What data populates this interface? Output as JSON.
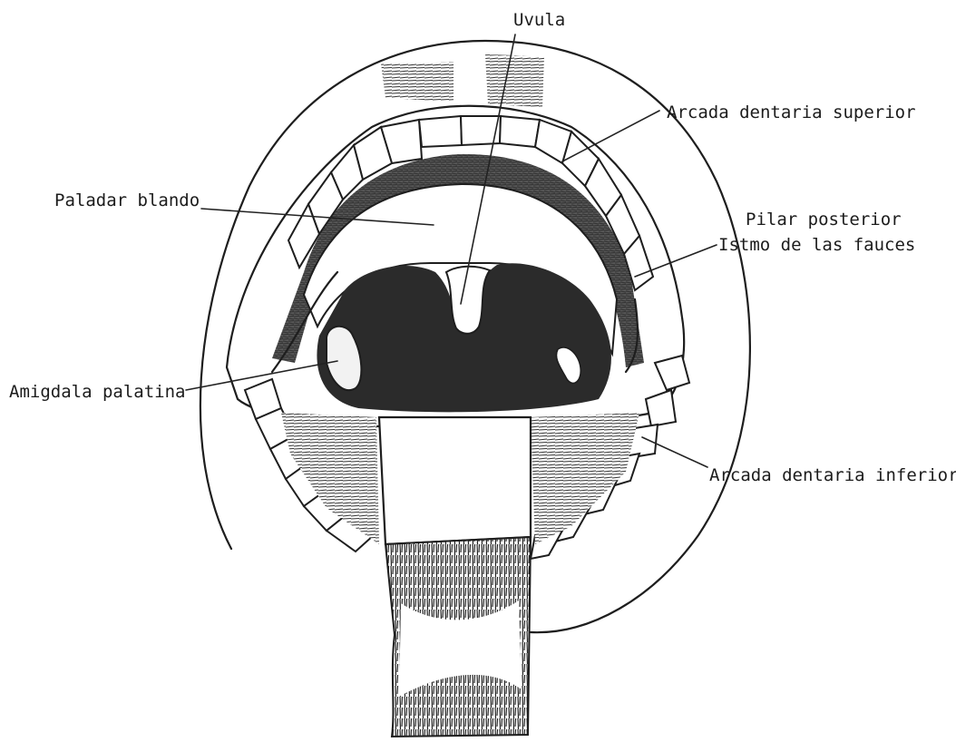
{
  "diagram": {
    "labels": {
      "uvula": "Uvula",
      "arcada_superior": "Arcada dentaria superior",
      "paladar_blando": "Paladar blando",
      "pilar_posterior": "Pilar posterior",
      "istmo": "Istmo de las fauces",
      "amigdala": "Amigdala palatina",
      "arcada_inferior": "Arcada dentaria inferior"
    }
  }
}
